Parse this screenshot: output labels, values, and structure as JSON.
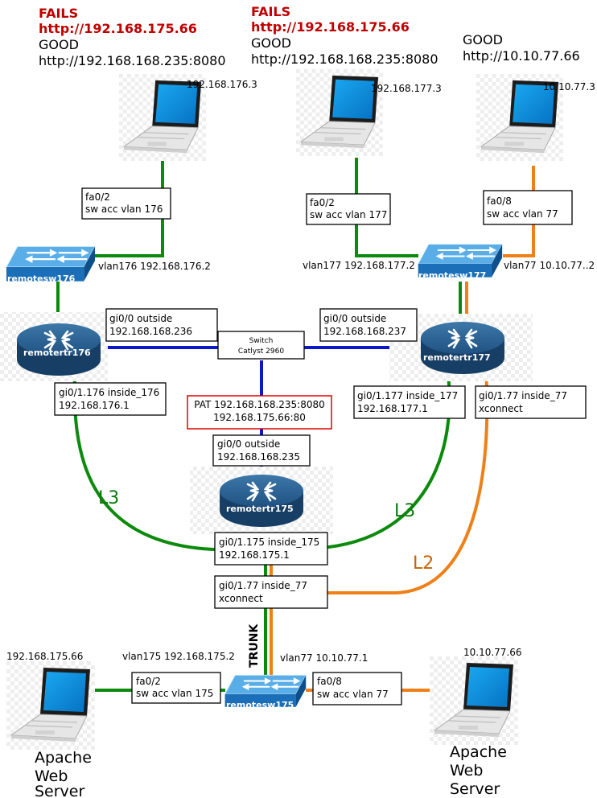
{
  "clients": {
    "c176": {
      "status_fail": "FAILS",
      "url_fail": "http://192.168.175.66",
      "status_good": "GOOD",
      "url_good": "http://192.168.168.235:8080",
      "ip": "192.168.176.3"
    },
    "c177": {
      "status_fail": "FAILS",
      "url_fail": "http://192.168.175.66",
      "status_good": "GOOD",
      "url_good": "http://192.168.168.235:8080",
      "ip": "192.168.177.3"
    },
    "c77": {
      "status_good": "GOOD",
      "url_good": "http://10.10.77.66",
      "ip": "10.10.77.3"
    }
  },
  "switches": {
    "remotesw176": {
      "name": "remotesw176",
      "vlan": "vlan176 192.168.176.2",
      "port_l1": "fa0/2",
      "port_l2": "sw acc vlan 176"
    },
    "remotesw177": {
      "name": "remotesw177",
      "vlan177": "vlan177 192.168.177.2",
      "vlan77": "vlan77 10.10.77..2",
      "port177_l1": "fa0/2",
      "port177_l2": "sw acc vlan 177",
      "port77_l1": "fa0/8",
      "port77_l2": "sw acc vlan 77"
    },
    "remotesw175": {
      "name": "remotesw175",
      "vlan175": "vlan175 192.168.175.2",
      "vlan77": "vlan77 10.10.77.1",
      "port175_l1": "fa0/2",
      "port175_l2": "sw acc vlan 175",
      "port77_l1": "fa0/8",
      "port77_l2": "sw acc vlan 77"
    },
    "catalyst": {
      "l1": "Switch",
      "l2": "Catlyst 2960"
    }
  },
  "routers": {
    "remotertr176": {
      "name": "remotertr176",
      "out_l1": "gi0/0 outside",
      "out_l2": "192.168.168.236",
      "in_l1": "gi0/1.176 inside_176",
      "in_l2": "192.168.176.1"
    },
    "remotertr177": {
      "name": "remotertr177",
      "out_l1": "gi0/0 outside",
      "out_l2": "192.168.168.237",
      "in_l1": "gi0/1.177 inside_177",
      "in_l2": "192.168.177.1",
      "x_l1": "gi0/1.77 inside_77",
      "x_l2": "xconnect"
    },
    "remotertr175": {
      "name": "remotertr175",
      "pat_l1": "PAT 192.168.168.235:8080",
      "pat_l2": "192.168.175.66:80",
      "out_l1": "gi0/0 outside",
      "out_l2": "192.168.168.235",
      "in_l1": "gi0/1.175 inside_175",
      "in_l2": "192.168.175.1",
      "x_l1": "gi0/1.77 inside_77",
      "x_l2": "xconnect"
    }
  },
  "servers": {
    "s175": {
      "ip": "192.168.175.66",
      "line1": "Apache",
      "line2": "Web",
      "line3": "Server"
    },
    "s77": {
      "ip": "10.10.77.66",
      "line1": "Apache",
      "line2": "Web",
      "line3": "Server"
    }
  },
  "links": {
    "l3_left": "L3",
    "l3_right": "L3",
    "l2": "L2",
    "trunk": "TRUNK"
  },
  "colors": {
    "l3": "#0b8a0b",
    "l2": "#ef7f16",
    "wan": "#0a18c8",
    "fail": "#c00000"
  }
}
